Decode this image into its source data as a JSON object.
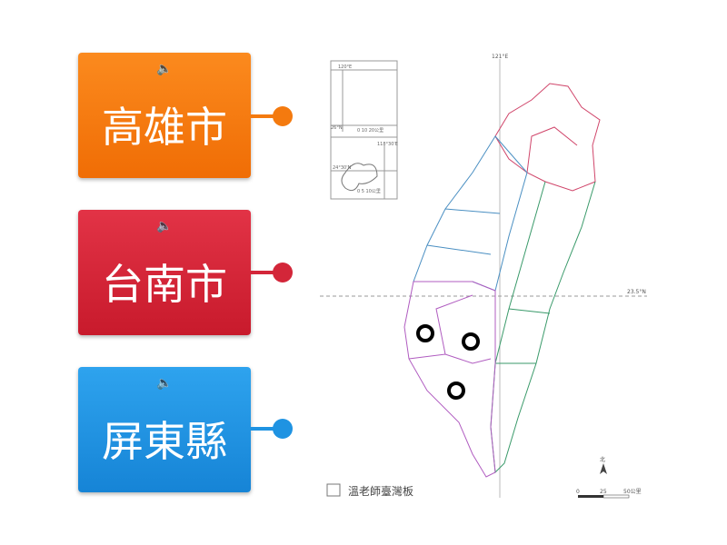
{
  "cards": [
    {
      "label": "高雄市",
      "color": "#f47a0f"
    },
    {
      "label": "台南市",
      "color": "#d32639"
    },
    {
      "label": "屏東縣",
      "color": "#1f93e2"
    }
  ],
  "map": {
    "meridian_label": "121°E",
    "parallel_label": "23.5°N",
    "inset1_lon": "120°E",
    "inset1_lat": "26°N",
    "inset1_scale": "0 10 20公里",
    "inset2_lon": "118°30'E",
    "inset2_lat": "24°30'N",
    "inset2_scale": "0 5 10公里",
    "north_label": "北",
    "scale_labels": [
      "0",
      "25",
      "50公里"
    ],
    "credit": "溫老師臺灣板"
  }
}
